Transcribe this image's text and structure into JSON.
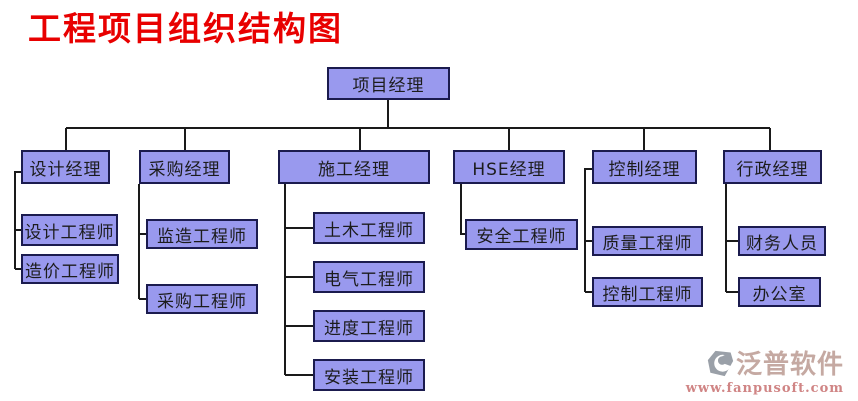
{
  "page": {
    "title": "工程项目组织结构图"
  },
  "colors": {
    "title_text": "#e80000",
    "node_fill": "#9999ee",
    "node_border": "#1b1b4e",
    "connector_line": "#1a1a1a",
    "watermark_brand": "#c5a9a2",
    "watermark_url": "#d08585"
  },
  "org": {
    "root": {
      "label": "项目经理"
    },
    "managers": [
      {
        "label": "设计经理",
        "children": [
          {
            "label": "设计工程师"
          },
          {
            "label": "造价工程师"
          }
        ]
      },
      {
        "label": "采购经理",
        "children": [
          {
            "label": "监造工程师"
          },
          {
            "label": "采购工程师"
          }
        ]
      },
      {
        "label": "施工经理",
        "children": [
          {
            "label": "土木工程师"
          },
          {
            "label": "电气工程师"
          },
          {
            "label": "进度工程师"
          },
          {
            "label": "安装工程师"
          }
        ]
      },
      {
        "label": "HSE经理",
        "children": [
          {
            "label": "安全工程师"
          }
        ]
      },
      {
        "label": "控制经理",
        "children": [
          {
            "label": "质量工程师"
          },
          {
            "label": "控制工程师"
          }
        ]
      },
      {
        "label": "行政经理",
        "children": [
          {
            "label": "财务人员"
          },
          {
            "label": "办公室"
          }
        ]
      }
    ]
  },
  "watermark": {
    "brand": "泛普软件",
    "url": "www.fanpusoft.com"
  }
}
